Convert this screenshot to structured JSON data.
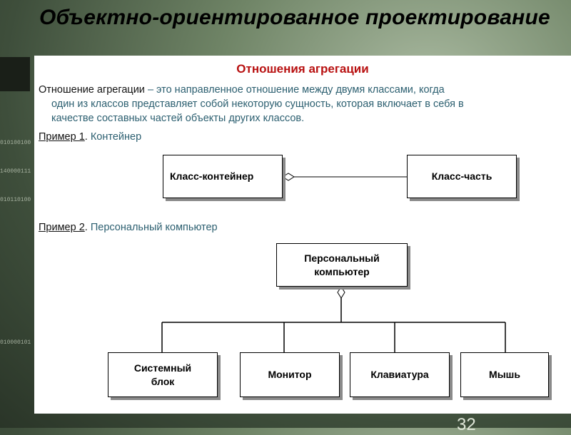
{
  "slide": {
    "title": "Объектно-ориентированное проектирование",
    "subtitle": "Отношения агрегации",
    "definition": {
      "line1_prefix": "Отношение агрегации ",
      "line1_rest": "– это направленное отношение между двумя классами, когда",
      "line2": "один из классов представляет собой некоторую сущность, которая включает в себя в",
      "line3": "качестве составных частей объекты других классов."
    },
    "example1": {
      "label": "Пример 1",
      "dot": ". ",
      "value": "Контейнер"
    },
    "example2": {
      "label": "Пример 2",
      "dot": ". ",
      "value": "Персональный компьютер"
    },
    "diagram1": {
      "container": "Класс-контейнер",
      "part": "Класс-часть"
    },
    "diagram2": {
      "whole_line1": "Персональный",
      "whole_line2": "компьютер",
      "parts": [
        {
          "line1": "Системный",
          "line2": "блок"
        },
        {
          "line1": "Монитор"
        },
        {
          "line1": "Клавиатура"
        },
        {
          "line1": "Мышь"
        }
      ]
    },
    "page_number": "32",
    "binary_strings": [
      "010100100",
      "140000111",
      "010110100",
      "010000101"
    ],
    "colors": {
      "subtitle": "#b81010",
      "accent_text": "#2c5f70"
    }
  }
}
